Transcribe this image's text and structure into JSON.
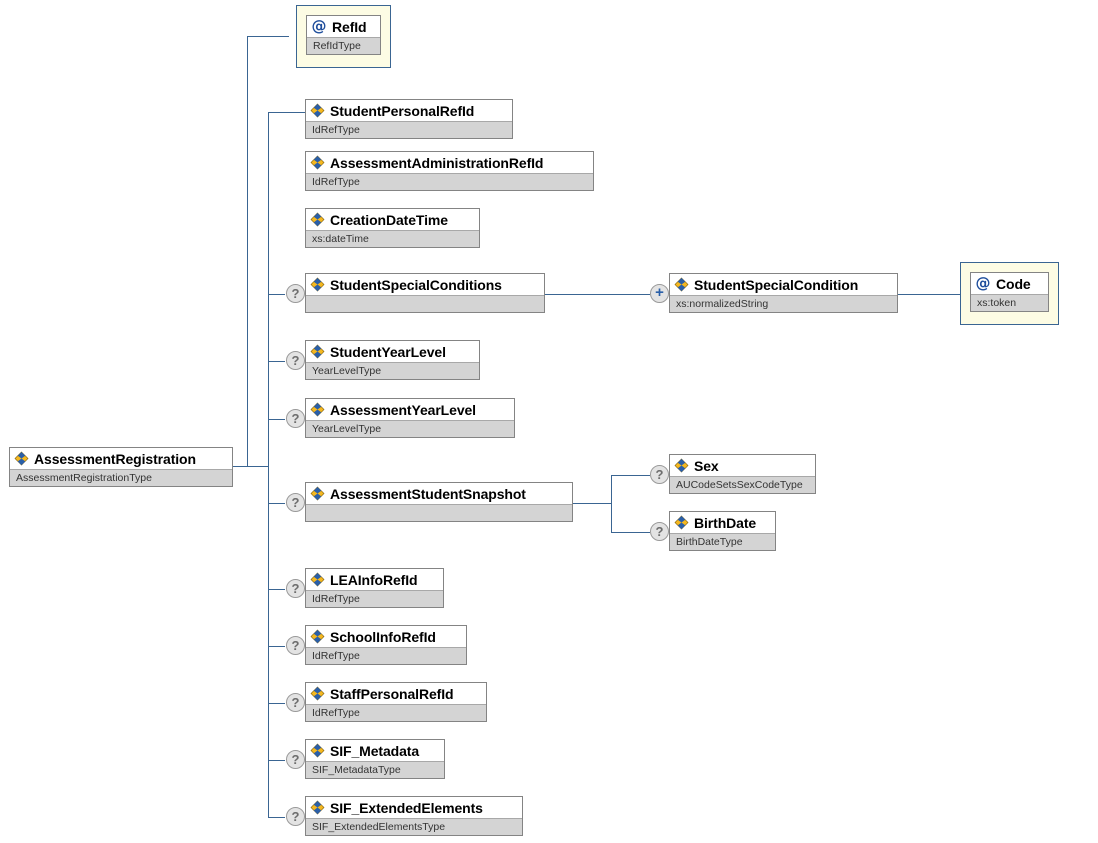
{
  "diagram": {
    "title": "AssessmentRegistration XML Schema Diagram",
    "type": "xsd-tree",
    "colors": {
      "line": "#3a6592",
      "node_border": "#848484",
      "type_row_bg": "#d4d4d4",
      "attribute_frame_bg": "#fdfce4",
      "attribute_frame_border": "#3a6592",
      "marker_bg": "#e3e3e3",
      "marker_text": "#6d6d6d",
      "plus_marker": "#2a5fa8"
    },
    "icons": {
      "element": "element-diamond-icon",
      "attribute": "at-sign-icon",
      "optional": "question-mark-marker",
      "expand": "plus-marker"
    }
  },
  "root": {
    "name": "AssessmentRegistration",
    "type": "AssessmentRegistrationType",
    "kind": "element",
    "optional": false
  },
  "nodes": [
    {
      "id": "refid",
      "name": "RefId",
      "type": "RefIdType",
      "kind": "attribute",
      "optional": false,
      "expand": false
    },
    {
      "id": "studentpersonal",
      "name": "StudentPersonalRefId",
      "type": "IdRefType",
      "kind": "element",
      "optional": false,
      "expand": false
    },
    {
      "id": "assessmentadmin",
      "name": "AssessmentAdministrationRefId",
      "type": "IdRefType",
      "kind": "element",
      "optional": false,
      "expand": false
    },
    {
      "id": "creationdate",
      "name": "CreationDateTime",
      "type": "xs:dateTime",
      "kind": "element",
      "optional": false,
      "expand": false
    },
    {
      "id": "sscs",
      "name": "StudentSpecialConditions",
      "type": "",
      "kind": "element",
      "optional": true,
      "expand": false
    },
    {
      "id": "studentyear",
      "name": "StudentYearLevel",
      "type": "YearLevelType",
      "kind": "element",
      "optional": true,
      "expand": false
    },
    {
      "id": "assessyear",
      "name": "AssessmentYearLevel",
      "type": "YearLevelType",
      "kind": "element",
      "optional": true,
      "expand": false
    },
    {
      "id": "snapshot",
      "name": "AssessmentStudentSnapshot",
      "type": "",
      "kind": "element",
      "optional": true,
      "expand": false
    },
    {
      "id": "leainfo",
      "name": "LEAInfoRefId",
      "type": "IdRefType",
      "kind": "element",
      "optional": true,
      "expand": false
    },
    {
      "id": "schoolinfo",
      "name": "SchoolInfoRefId",
      "type": "IdRefType",
      "kind": "element",
      "optional": true,
      "expand": false
    },
    {
      "id": "staffpersonal",
      "name": "StaffPersonalRefId",
      "type": "IdRefType",
      "kind": "element",
      "optional": true,
      "expand": false
    },
    {
      "id": "sifmetadata",
      "name": "SIF_Metadata",
      "type": "SIF_MetadataType",
      "kind": "element",
      "optional": true,
      "expand": false
    },
    {
      "id": "sifextended",
      "name": "SIF_ExtendedElements",
      "type": "SIF_ExtendedElementsType",
      "kind": "element",
      "optional": true,
      "expand": false
    },
    {
      "id": "sscond",
      "name": "StudentSpecialCondition",
      "type": "xs:normalizedString",
      "kind": "element",
      "optional": false,
      "expand": true
    },
    {
      "id": "code",
      "name": "Code",
      "type": "xs:token",
      "kind": "attribute",
      "optional": false,
      "expand": false
    },
    {
      "id": "sex",
      "name": "Sex",
      "type": "AUCodeSetsSexCodeType",
      "kind": "element",
      "optional": true,
      "expand": false
    },
    {
      "id": "birthdate",
      "name": "BirthDate",
      "type": "BirthDateType",
      "kind": "element",
      "optional": true,
      "expand": false
    }
  ]
}
